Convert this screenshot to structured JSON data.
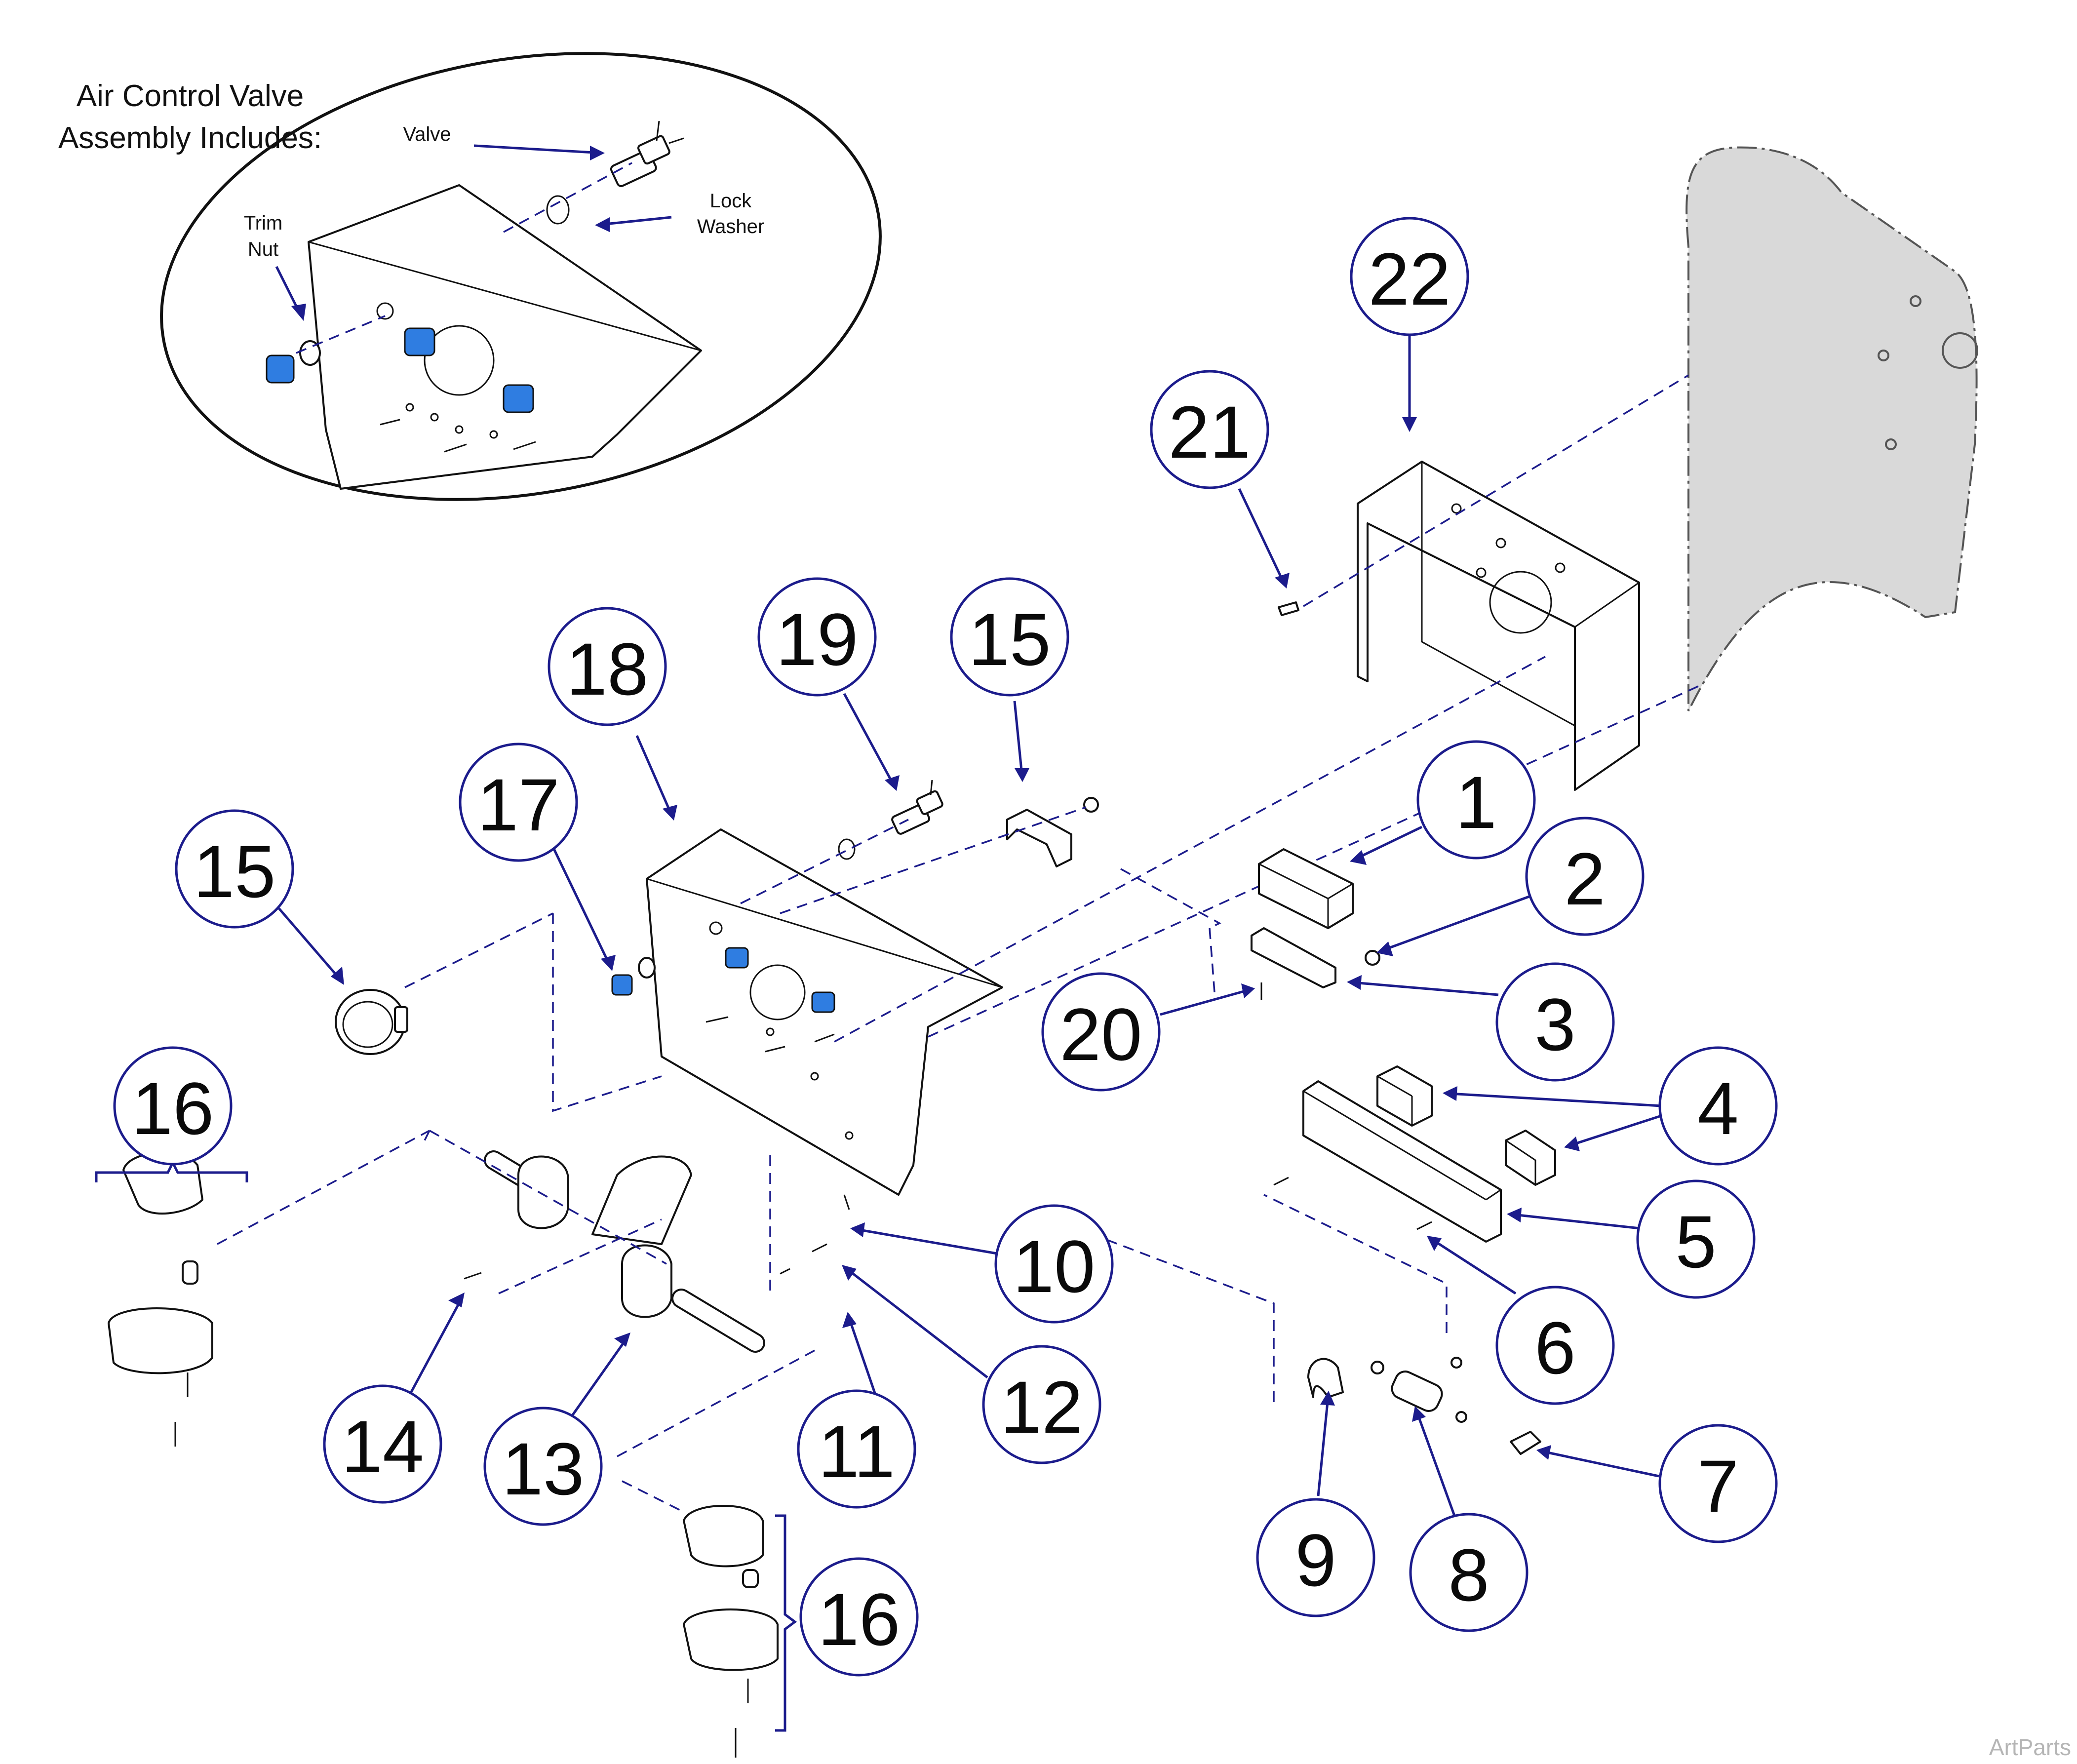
{
  "inset": {
    "title_line1": "Air Control Valve",
    "title_line2": "Assembly Includes:",
    "labels": {
      "valve": "Valve",
      "lock_washer_line1": "Lock",
      "lock_washer_line2": "Washer",
      "trim_nut_line1": "Trim",
      "trim_nut_line2": "Nut"
    }
  },
  "callouts": [
    {
      "id": "c22",
      "label": "22"
    },
    {
      "id": "c21",
      "label": "21"
    },
    {
      "id": "c19",
      "label": "19"
    },
    {
      "id": "c15a",
      "label": "15"
    },
    {
      "id": "c18",
      "label": "18"
    },
    {
      "id": "c17",
      "label": "17"
    },
    {
      "id": "c15b",
      "label": "15"
    },
    {
      "id": "c1",
      "label": "1"
    },
    {
      "id": "c2",
      "label": "2"
    },
    {
      "id": "c3",
      "label": "3"
    },
    {
      "id": "c20",
      "label": "20"
    },
    {
      "id": "c4",
      "label": "4"
    },
    {
      "id": "c5",
      "label": "5"
    },
    {
      "id": "c6",
      "label": "6"
    },
    {
      "id": "c16a",
      "label": "16"
    },
    {
      "id": "c10",
      "label": "10"
    },
    {
      "id": "c12",
      "label": "12"
    },
    {
      "id": "c14",
      "label": "14"
    },
    {
      "id": "c13",
      "label": "13"
    },
    {
      "id": "c11",
      "label": "11"
    },
    {
      "id": "c7",
      "label": "7"
    },
    {
      "id": "c9",
      "label": "9"
    },
    {
      "id": "c8",
      "label": "8"
    },
    {
      "id": "c16b",
      "label": "16"
    }
  ],
  "watermark": "ArtParts",
  "colors": {
    "callout": "#1c1c8c",
    "knob": "#2f7de1",
    "ghost_fill": "#d9d9d9"
  }
}
